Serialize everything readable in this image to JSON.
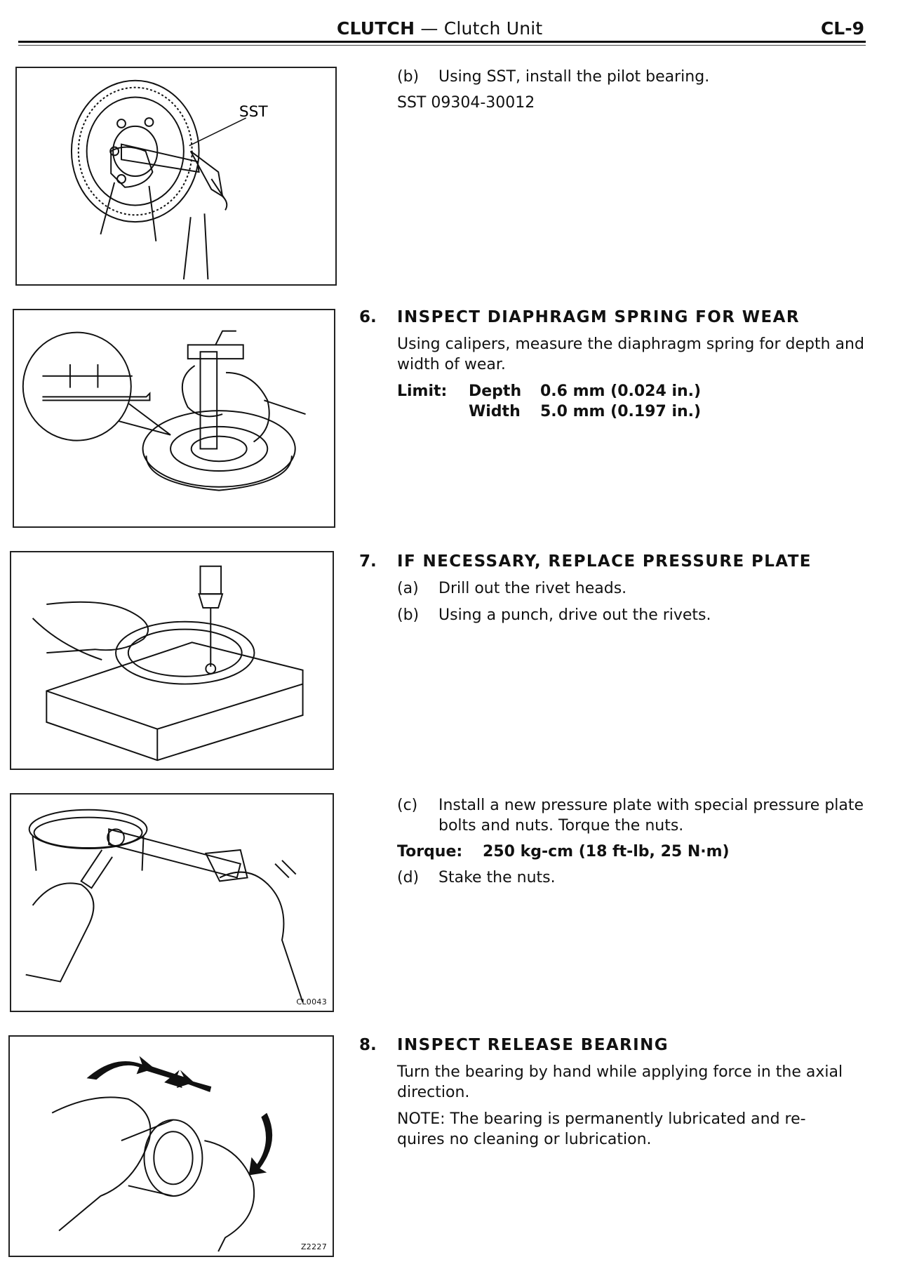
{
  "header": {
    "section": "CLUTCH",
    "dash": " — ",
    "subsection": "Clutch Unit",
    "page": "CL-9"
  },
  "figures": {
    "fig1": {
      "callout": "SST"
    },
    "fig4": {
      "code": "CL0043"
    },
    "fig5": {
      "code": "Z2227"
    }
  },
  "step5": {
    "b_label": "(b)",
    "b_text": "Using SST, install the pilot bearing.",
    "sst": "SST 09304-30012"
  },
  "step6": {
    "number": "6.",
    "heading": "INSPECT DIAPHRAGM SPRING FOR WEAR",
    "line1": "Using calipers, measure the diaphragm spring for depth and",
    "line2": "width of wear.",
    "limit_label": "Limit:",
    "depth_label": "Depth",
    "depth_value": "0.6 mm (0.024 in.)",
    "width_label": "Width",
    "width_value": "5.0 mm (0.197 in.)"
  },
  "step7": {
    "number": "7.",
    "heading": "IF NECESSARY, REPLACE PRESSURE PLATE",
    "a_label": "(a)",
    "a_text": "Drill out the rivet heads.",
    "b_label": "(b)",
    "b_text": "Using a punch, drive out the rivets.",
    "c_label": "(c)",
    "c_line1": "Install a new pressure plate with special pressure plate",
    "c_line2": "bolts and nuts. Torque the nuts.",
    "torque_label": "Torque:",
    "torque_value": "250 kg-cm (18 ft-lb, 25 N·m)",
    "d_label": "(d)",
    "d_text": "Stake the nuts."
  },
  "step8": {
    "number": "8.",
    "heading": "INSPECT RELEASE BEARING",
    "line1": "Turn the bearing by hand while applying force in the axial",
    "line2": "direction.",
    "note_line1": "NOTE: The bearing is permanently lubricated and re-",
    "note_line2": "quires no cleaning or lubrication."
  }
}
